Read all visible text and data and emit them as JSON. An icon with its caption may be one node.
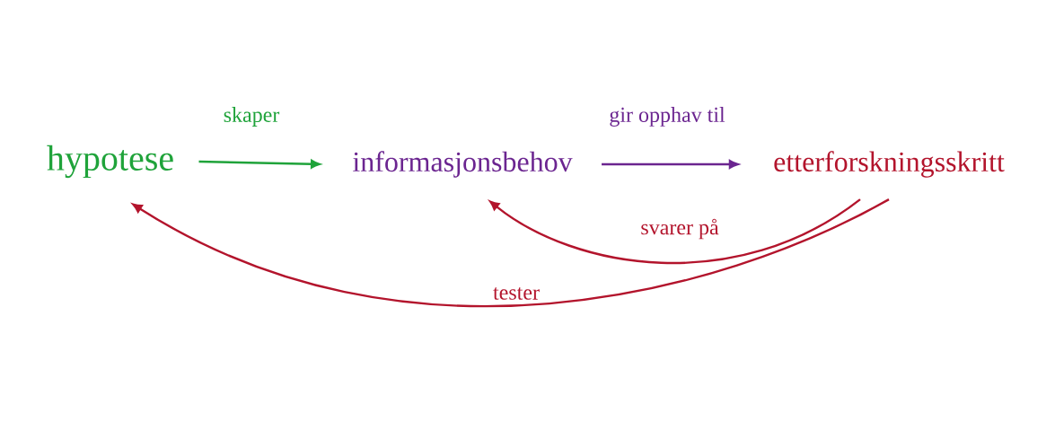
{
  "diagram": {
    "nodes": [
      {
        "text": [
          "hypotese"
        ]
      },
      {
        "text": [
          "informasjonsbehov"
        ]
      },
      {
        "text": [
          "etterforskningsskritt"
        ]
      }
    ],
    "edges": [
      {
        "from": 0,
        "to": 1,
        "arrow": "to",
        "label": "skaper",
        "color": "#1fa33a"
      },
      {
        "from": 1,
        "to": 2,
        "arrow": "to",
        "label": "gir opphav til",
        "color": "#6b2590"
      },
      {
        "from": 2,
        "to": 1,
        "arrow": "to",
        "label": "svarer på",
        "color": "#b3142c"
      },
      {
        "from": 2,
        "to": 0,
        "arrow": "to",
        "label": "tester",
        "color": "#b3142c"
      }
    ]
  }
}
